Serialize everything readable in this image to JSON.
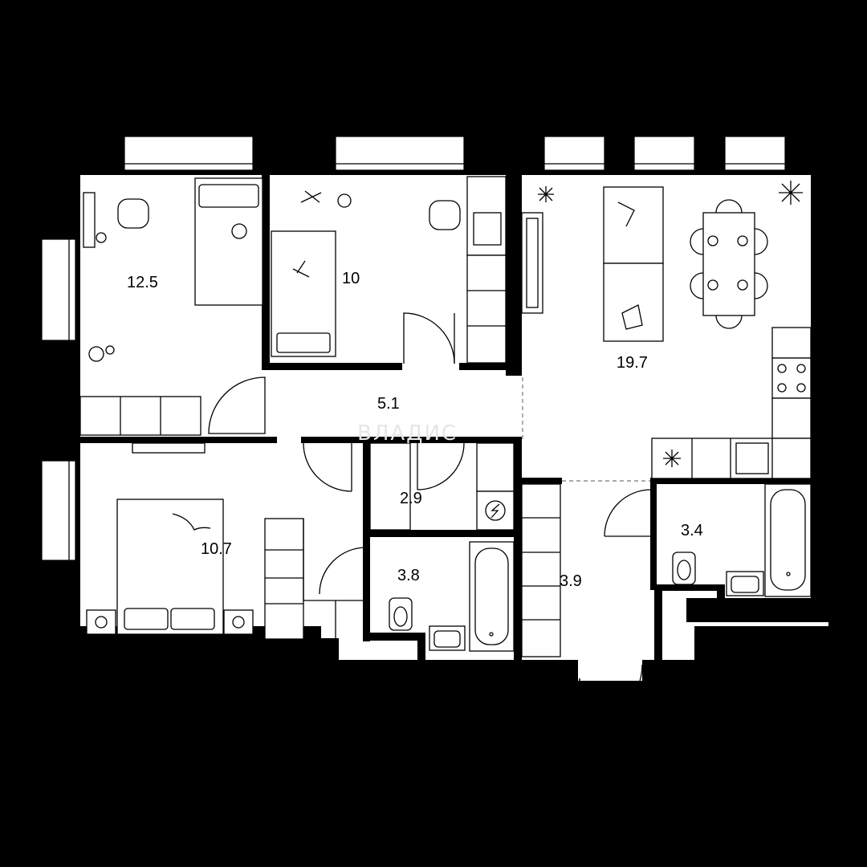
{
  "watermark": "ВЛАДИС",
  "rooms": [
    {
      "id": "bedroom-1",
      "area": "12.5"
    },
    {
      "id": "bedroom-2",
      "area": "10"
    },
    {
      "id": "living-kitchen",
      "area": "19.7"
    },
    {
      "id": "hall",
      "area": "5.1"
    },
    {
      "id": "master-bedroom",
      "area": "10.7"
    },
    {
      "id": "storage",
      "area": "2.9"
    },
    {
      "id": "bathroom-1",
      "area": "3.8"
    },
    {
      "id": "corridor",
      "area": "3.9"
    },
    {
      "id": "bathroom-2",
      "area": "3.4"
    }
  ]
}
